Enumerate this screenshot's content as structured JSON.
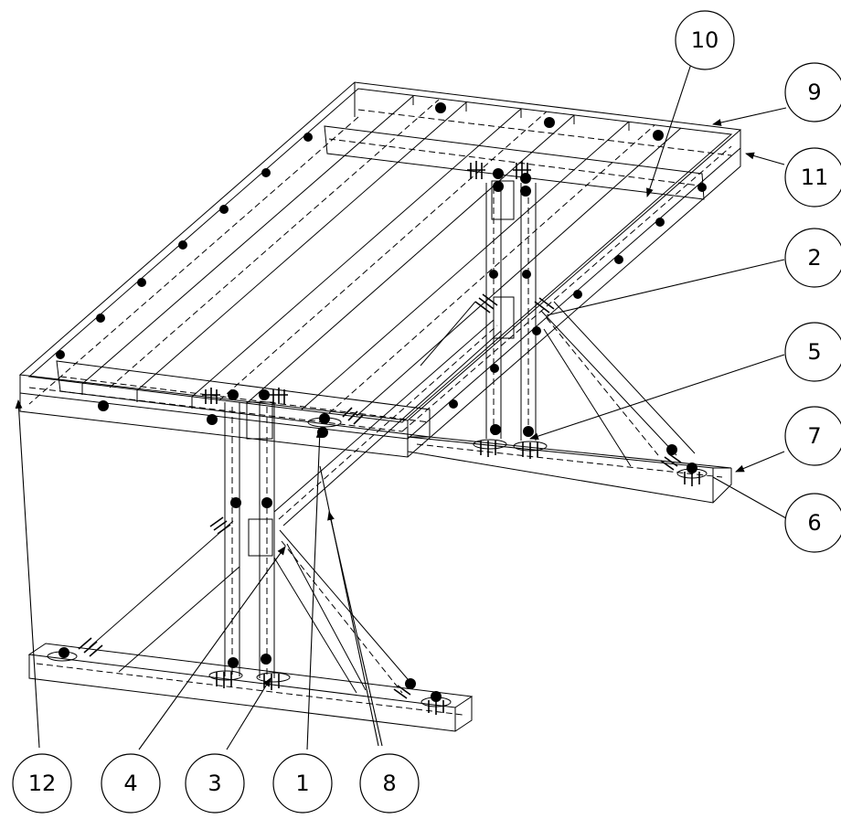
{
  "balloons": [
    {
      "id": "b10",
      "label": "10"
    },
    {
      "id": "b9",
      "label": "9"
    },
    {
      "id": "b11",
      "label": "11"
    },
    {
      "id": "b2",
      "label": "2"
    },
    {
      "id": "b5",
      "label": "5"
    },
    {
      "id": "b7",
      "label": "7"
    },
    {
      "id": "b6",
      "label": "6"
    },
    {
      "id": "b12",
      "label": "12"
    },
    {
      "id": "b4",
      "label": "4"
    },
    {
      "id": "b3",
      "label": "3"
    },
    {
      "id": "b1",
      "label": "1"
    },
    {
      "id": "b8",
      "label": "8"
    }
  ],
  "colors": {
    "line": "#000000",
    "background": "#ffffff"
  }
}
